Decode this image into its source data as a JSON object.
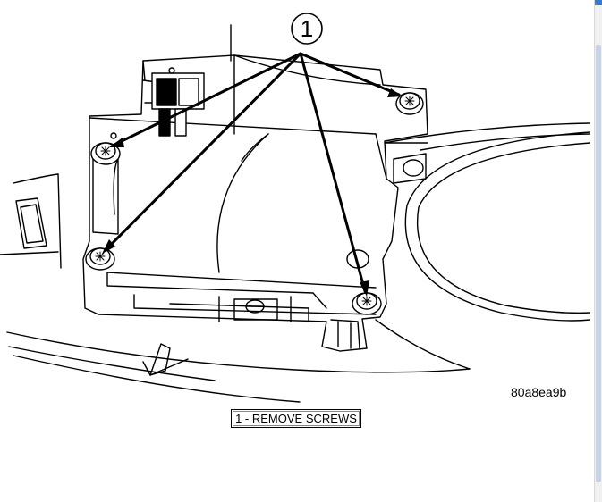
{
  "callout": {
    "number": "1"
  },
  "figure": {
    "code": "80a8ea9b"
  },
  "legend": {
    "text": "1 - REMOVE SCREWS"
  }
}
